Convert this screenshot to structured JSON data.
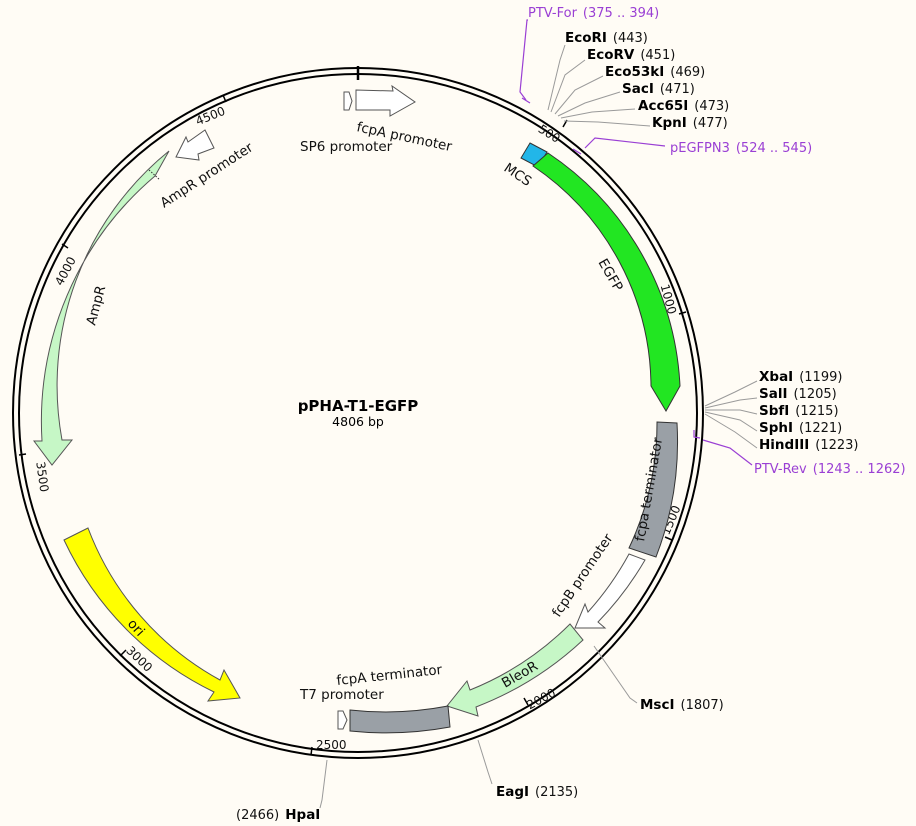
{
  "plasmid": {
    "name": "pPHA-T1-EGFP",
    "length_label": "4806 bp"
  },
  "ticks": [
    {
      "label": "500"
    },
    {
      "label": "1000"
    },
    {
      "label": "1500"
    },
    {
      "label": "2000"
    },
    {
      "label": "2500"
    },
    {
      "label": "3000"
    },
    {
      "label": "3500"
    },
    {
      "label": "4000"
    },
    {
      "label": "4500"
    }
  ],
  "features": [
    {
      "id": "fcpa-promoter-top",
      "label": "fcpA promoter",
      "color": "#ffffff"
    },
    {
      "id": "sp6",
      "label": "SP6 promoter",
      "color": "#ffffff"
    },
    {
      "id": "mcs",
      "label": "MCS",
      "color": "#22b6e8"
    },
    {
      "id": "egfp",
      "label": "EGFP",
      "color": "#22e622"
    },
    {
      "id": "fcpa-terminator-right",
      "label": "fcpa terminator",
      "color": "#9aa0a6"
    },
    {
      "id": "fcpb-promoter",
      "label": "fcpB promoter",
      "color": "#ffffff"
    },
    {
      "id": "bleor",
      "label": "BleoR",
      "color": "#c6f7c6"
    },
    {
      "id": "fcpa-terminator-bottom",
      "label": "fcpA terminator",
      "color": "#9aa0a6"
    },
    {
      "id": "t7",
      "label": "T7 promoter",
      "color": "#ffffff"
    },
    {
      "id": "ori",
      "label": "ori",
      "color": "#ffff00"
    },
    {
      "id": "ampr",
      "label": "AmpR",
      "color": "#c6f7c6"
    },
    {
      "id": "ampr-promoter",
      "label": "AmpR promoter",
      "color": "#ffffff"
    }
  ],
  "sites": [
    {
      "id": "ecori",
      "name": "EcoRI",
      "pos": "(443)"
    },
    {
      "id": "ecorv",
      "name": "EcoRV",
      "pos": "(451)"
    },
    {
      "id": "eco53ki",
      "name": "Eco53kI",
      "pos": "(469)"
    },
    {
      "id": "saci",
      "name": "SacI",
      "pos": "(471)"
    },
    {
      "id": "acc65i",
      "name": "Acc65I",
      "pos": "(473)"
    },
    {
      "id": "kpni",
      "name": "KpnI",
      "pos": "(477)"
    },
    {
      "id": "xbai",
      "name": "XbaI",
      "pos": "(1199)"
    },
    {
      "id": "sali",
      "name": "SalI",
      "pos": "(1205)"
    },
    {
      "id": "sbfi",
      "name": "SbfI",
      "pos": "(1215)"
    },
    {
      "id": "sphi",
      "name": "SphI",
      "pos": "(1221)"
    },
    {
      "id": "hindiii",
      "name": "HindIII",
      "pos": "(1223)"
    },
    {
      "id": "msci",
      "name": "MscI",
      "pos": "(1807)"
    },
    {
      "id": "eagi",
      "name": "EagI",
      "pos": "(2135)"
    },
    {
      "id": "hpai",
      "name": "HpaI",
      "pos": "(2466)"
    }
  ],
  "primers": [
    {
      "id": "ptv-for",
      "label": "PTV-For",
      "range": "(375 .. 394)",
      "color": "#9a3fd4"
    },
    {
      "id": "pegfpn3",
      "label": "pEGFPN3",
      "range": "(524 .. 545)",
      "color": "#9a3fd4"
    },
    {
      "id": "ptv-rev",
      "label": "PTV-Rev",
      "range": "(1243 .. 1262)",
      "color": "#9a3fd4"
    }
  ]
}
